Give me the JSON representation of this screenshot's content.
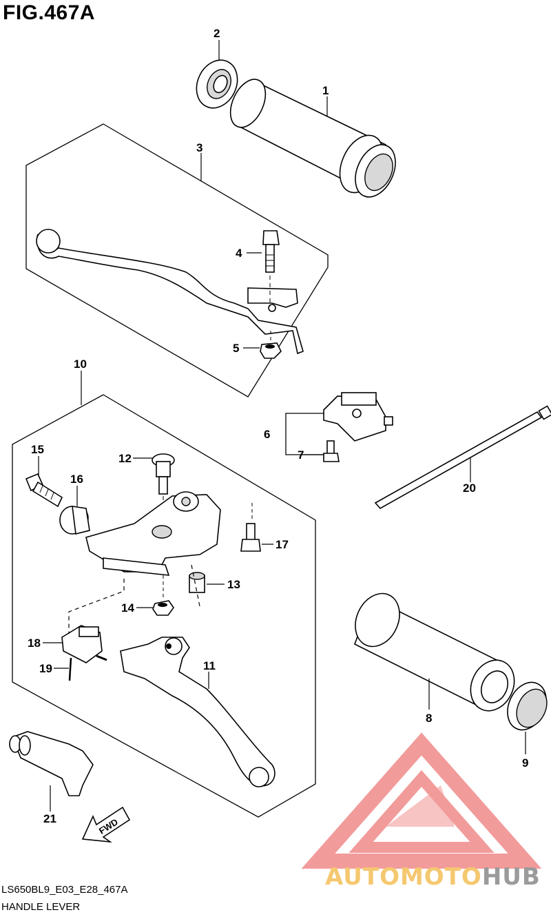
{
  "header": {
    "figure_id": "FIG.467A"
  },
  "footer": {
    "drawing_code": "LS650BL9_E03_E28_467A",
    "section_title": "HANDLE LEVER"
  },
  "watermark": {
    "part1": "AUTOMOTO",
    "part2": "HUB",
    "color_primary": "#f5c870",
    "color_secondary": "#9b9b9b",
    "logo_color": "#f08a8a"
  },
  "callouts": {
    "p1": "1",
    "p2": "2",
    "p3": "3",
    "p4": "4",
    "p5": "5",
    "p6": "6",
    "p7": "7",
    "p8": "8",
    "p9": "9",
    "p10": "10",
    "p11": "11",
    "p12": "12",
    "p13": "13",
    "p14": "14",
    "p15": "15",
    "p16": "16",
    "p17": "17",
    "p18": "18",
    "p19": "19",
    "p20": "20",
    "p21": "21"
  },
  "direction_arrow": {
    "label": "FWD"
  }
}
